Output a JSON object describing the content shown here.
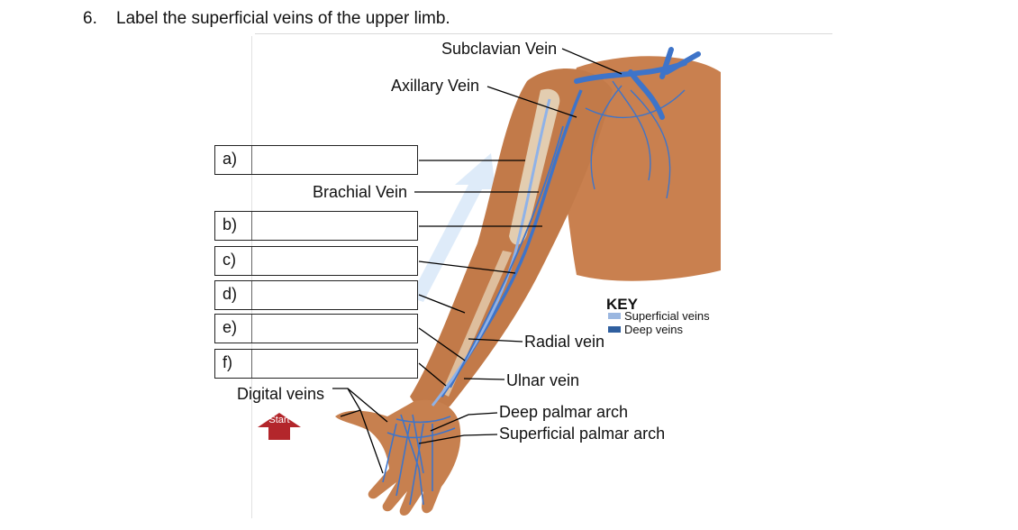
{
  "question": {
    "number": "6.",
    "text": "Label the superficial veins of the upper limb."
  },
  "labels": {
    "subclavian": "Subclavian Vein",
    "axillary": "Axillary Vein",
    "brachial": "Brachial Vein",
    "radial": "Radial vein",
    "ulnar": "Ulnar vein",
    "deep_palmar": "Deep palmar arch",
    "superficial_palmar": "Superficial palmar arch",
    "digital": "Digital veins"
  },
  "answer_boxes": [
    {
      "tag": "a)",
      "value": ""
    },
    {
      "tag": "b)",
      "value": ""
    },
    {
      "tag": "c)",
      "value": ""
    },
    {
      "tag": "d)",
      "value": ""
    },
    {
      "tag": "e)",
      "value": ""
    },
    {
      "tag": "f)",
      "value": ""
    }
  ],
  "key": {
    "title": "KEY",
    "items": [
      {
        "label": "Superficial veins",
        "color": "#9bb7e0"
      },
      {
        "label": "Deep veins",
        "color": "#2f5f9f"
      }
    ]
  },
  "start_button": {
    "label": "Start",
    "color": "#b3262b"
  },
  "colors": {
    "skin": "#c9804f",
    "skin_dark": "#a7603a",
    "vein": "#3e74c9",
    "vein_light": "#8fb2e8",
    "bone": "#e9dcc2"
  }
}
